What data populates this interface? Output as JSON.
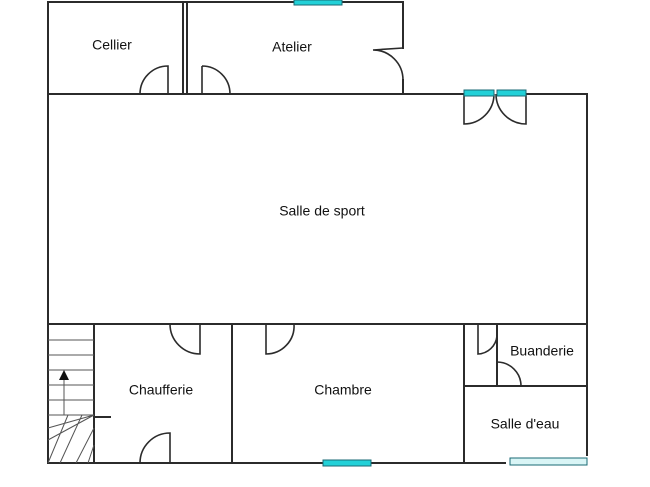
{
  "colors": {
    "wall": "#2b2b2b",
    "window": "#22d1d8",
    "background": "#ffffff"
  },
  "plan": {
    "rooms": {
      "cellier": "Cellier",
      "atelier": "Atelier",
      "salle_de_sport": "Salle de sport",
      "chaufferie": "Chaufferie",
      "chambre": "Chambre",
      "buanderie": "Buanderie",
      "salle_d_eau": "Salle d'eau"
    },
    "stair_direction_icon": "arrow-up-icon",
    "window_icon": "window-icon",
    "door_icon": "door-swing-icon"
  }
}
